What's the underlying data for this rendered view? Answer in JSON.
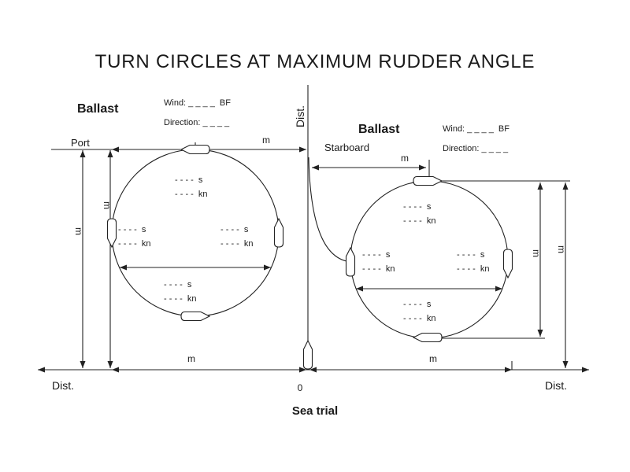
{
  "title": "TURN CIRCLES AT MAXIMUM RUDDER ANGLE",
  "colors": {
    "ink": "#1f1f1f",
    "background": "#ffffff"
  },
  "center_axis": {
    "label": "Dist.",
    "origin": "0"
  },
  "bottom_axis": {
    "left_label": "Dist.",
    "right_label": "Dist."
  },
  "footer": {
    "caption": "Sea trial"
  },
  "port_turn": {
    "condition": "Ballast",
    "side": "Port",
    "wind": "Wind: _ _ _ _  BF",
    "direction": "Direction: _ _ _ _",
    "top_span_unit": "m",
    "bottom_span_unit": "m",
    "outer_height_unit": "m",
    "inner_height_unit": "m",
    "readings": {
      "top": {
        "time": "- - - -  s",
        "speed": "- - - -  kn"
      },
      "left": {
        "time": "- - - -  s",
        "speed": "- - - -  kn"
      },
      "right": {
        "time": "- - - -  s",
        "speed": "- - - -  kn"
      },
      "bottom": {
        "time": "- - - -  s",
        "speed": "- - - -  kn"
      }
    }
  },
  "starboard_turn": {
    "condition": "Ballast",
    "side": "Starboard",
    "wind": "Wind: _ _ _ _  BF",
    "direction": "Direction: _ _ _ _",
    "top_span_unit": "m",
    "bottom_span_unit": "m",
    "outer_height_unit": "m",
    "inner_height_unit": "m",
    "readings": {
      "top": {
        "time": "- - - -  s",
        "speed": "- - - -  kn"
      },
      "left": {
        "time": "- - - -  s",
        "speed": "- - - -  kn"
      },
      "right": {
        "time": "- - - -  s",
        "speed": "- - - -  kn"
      },
      "bottom": {
        "time": "- - - -  s",
        "speed": "- - - -  kn"
      }
    }
  }
}
